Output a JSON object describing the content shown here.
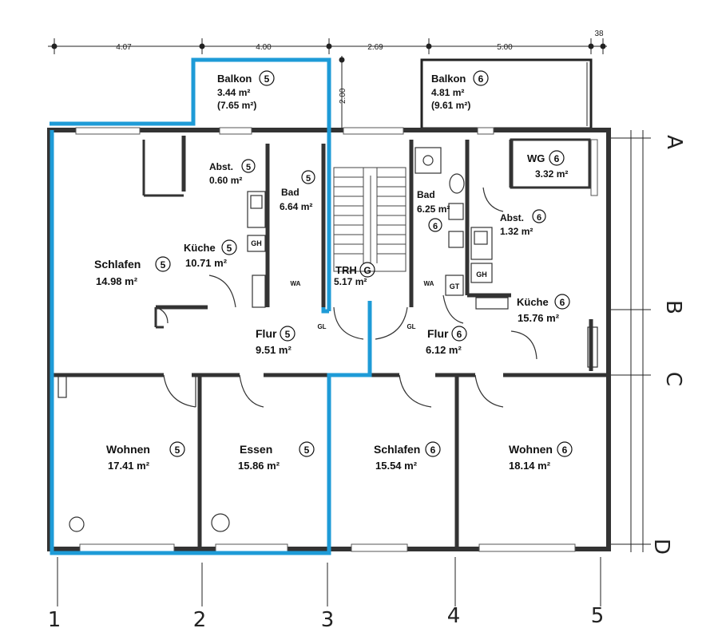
{
  "dimensions": {
    "top": [
      "4.07",
      "4.00",
      "2.69",
      "5.00",
      "38"
    ],
    "vertical": "2.00"
  },
  "axes": {
    "columns": [
      "1",
      "2",
      "3",
      "4",
      "5"
    ],
    "rows": [
      "A",
      "B",
      "C",
      "D"
    ]
  },
  "rooms": {
    "balkon5": {
      "name": "Balkon",
      "unit": "5",
      "area": "3.44 m²",
      "area2": "(7.65 m²)"
    },
    "balkon6": {
      "name": "Balkon",
      "unit": "6",
      "area": "4.81 m²",
      "area2": "(9.61 m²)"
    },
    "abst5": {
      "name": "Abst.",
      "unit": "5",
      "area": "0.60 m²"
    },
    "bad5": {
      "name": "Bad",
      "unit": "5",
      "area": "6.64 m²"
    },
    "bad6": {
      "name": "Bad",
      "unit": "6",
      "area": "6.25 m²"
    },
    "wg6": {
      "name": "WG",
      "unit": "6",
      "area": "3.32 m²"
    },
    "abst6": {
      "name": "Abst.",
      "unit": "6",
      "area": "1.32 m²"
    },
    "kueche5": {
      "name": "Küche",
      "unit": "5",
      "area": "10.71 m²"
    },
    "schlafen5": {
      "name": "Schlafen",
      "unit": "5",
      "area": "14.98 m²"
    },
    "trh": {
      "name": "TRH",
      "unit": "G",
      "area": "5.17 m²"
    },
    "kueche6": {
      "name": "Küche",
      "unit": "6",
      "area": "15.76 m²"
    },
    "flur5": {
      "name": "Flur",
      "unit": "5",
      "area": "9.51 m²"
    },
    "flur6": {
      "name": "Flur",
      "unit": "6",
      "area": "6.12 m²"
    },
    "wohnen5": {
      "name": "Wohnen",
      "unit": "5",
      "area": "17.41 m²"
    },
    "essen5": {
      "name": "Essen",
      "unit": "5",
      "area": "15.86 m²"
    },
    "schlafen6": {
      "name": "Schlafen",
      "unit": "6",
      "area": "15.54 m²"
    },
    "wohnen6": {
      "name": "Wohnen",
      "unit": "6",
      "area": "18.14 m²"
    }
  },
  "fixtures": {
    "gh": "GH",
    "gt": "GT",
    "gl": "GL",
    "wa": "WA"
  },
  "colors": {
    "highlight": "#1e9bd7",
    "wall": "#333333",
    "ink": "#111111"
  }
}
